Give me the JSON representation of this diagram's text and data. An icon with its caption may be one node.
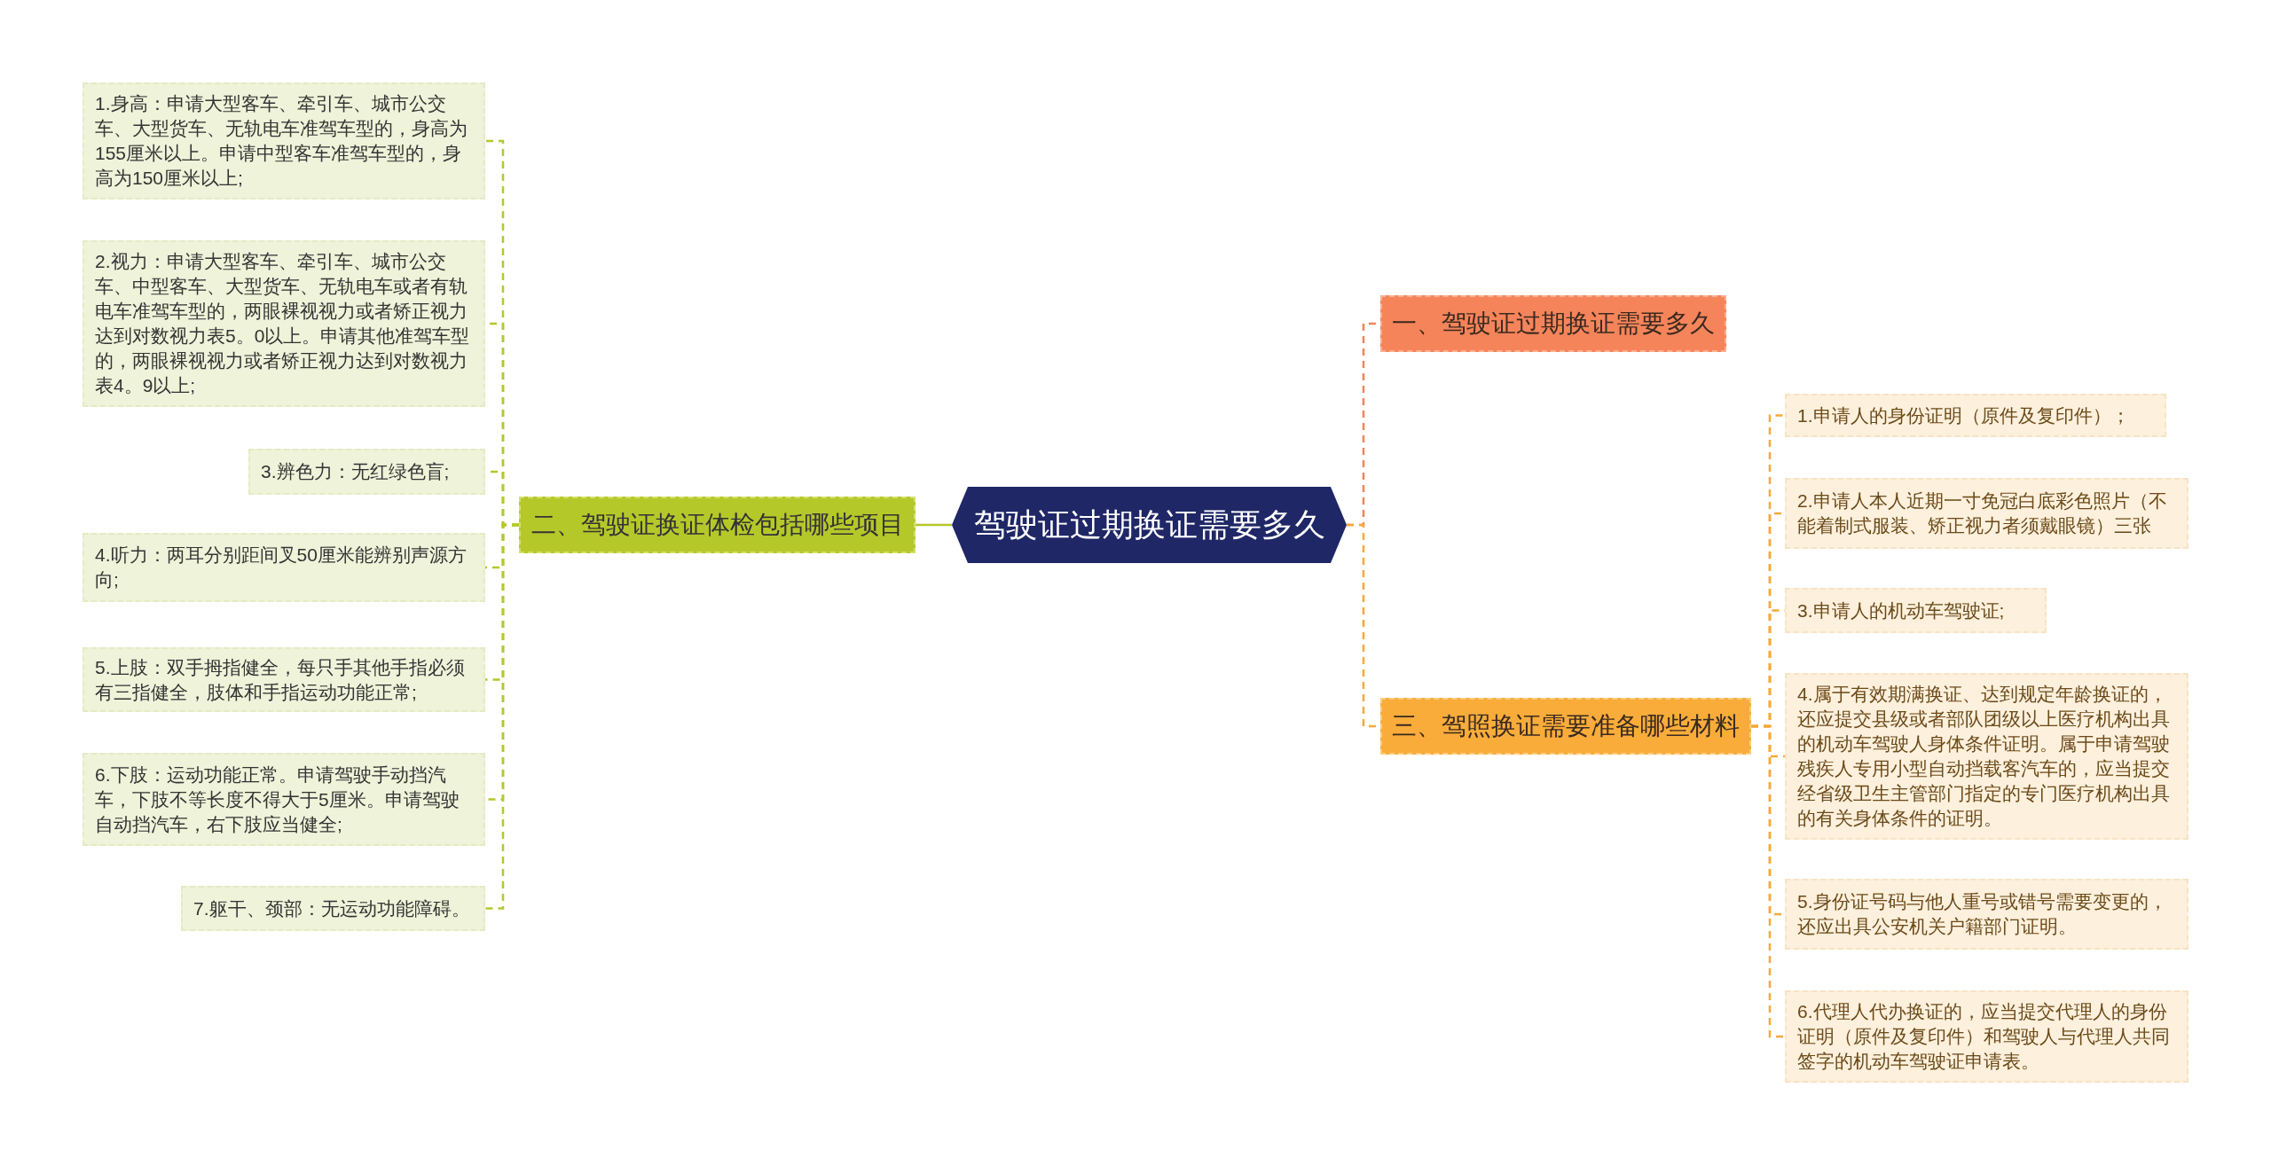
{
  "diagram": {
    "nodes": [
      {
        "text": [
          "驾驶证过期换证需要多久"
        ]
      },
      {
        "text": [
          "二、驾驶证换证体检包括哪些项目"
        ]
      },
      {
        "text": [
          "1.身高：申请大型客车、牵引车、城市公交车、大型货车、无轨电车准驾车型的，身高为155厘米以上。申请中型客车准驾车型的，身高为150厘米以上;"
        ]
      },
      {
        "text": [
          "2.视力：申请大型客车、牵引车、城市公交车、中型客车、大型货车、无轨电车或者有轨电车准驾车型的，两眼裸视视力或者矫正视力达到对数视力表5。0以上。申请其他准驾车型的，两眼裸视视力或者矫正视力达到对数视力表4。9以上;"
        ]
      },
      {
        "text": [
          "3.辨色力：无红绿色盲;"
        ]
      },
      {
        "text": [
          "4.听力：两耳分别距间叉50厘米能辨别声源方向;"
        ]
      },
      {
        "text": [
          "5.上肢：双手拇指健全，每只手其他手指必须有三指健全，肢体和手指运动功能正常;"
        ]
      },
      {
        "text": [
          "6.下肢：运动功能正常。申请驾驶手动挡汽车，下肢不等长度不得大于5厘米。申请驾驶自动挡汽车，右下肢应当健全;"
        ]
      },
      {
        "text": [
          "7.躯干、颈部：无运动功能障碍。"
        ]
      },
      {
        "text": [
          "一、驾驶证过期换证需要多久"
        ]
      },
      {
        "text": [
          "三、驾照换证需要准备哪些材料"
        ]
      },
      {
        "text": [
          "1.申请人的身份证明（原件及复印件）；"
        ]
      },
      {
        "text": [
          "2.申请人本人近期一寸免冠白底彩色照片（不能着制式服装、矫正视力者须戴眼镜）三张"
        ]
      },
      {
        "text": [
          "3.申请人的机动车驾驶证;"
        ]
      },
      {
        "text": [
          "4.属于有效期满换证、达到规定年龄换证的，还应提交县级或者部队团级以上医疗机构出具的机动车驾驶人身体条件证明。属于申请驾驶残疾人专用小型自动挡载客汽车的，应当提交经省级卫生主管部门指定的专门医疗机构出具的有关身体条件的证明。"
        ]
      },
      {
        "text": [
          "5.身份证号码与他人重号或错号需要变更的，还应出具公安机关户籍部门证明。"
        ]
      },
      {
        "text": [
          "6.代理人代办换证的，应当提交代理人的身份证明（原件及复印件）和驾驶人与代理人共同签字的机动车驾驶证申请表。"
        ]
      }
    ],
    "edges": [
      {
        "from": 0,
        "to": 1,
        "arrow": "none",
        "color": "#b5c82a"
      },
      {
        "from": 1,
        "to": 2,
        "arrow": "none",
        "style": "dashed",
        "color": "#b5c82a"
      },
      {
        "from": 1,
        "to": 3,
        "arrow": "none",
        "style": "dashed",
        "color": "#b5c82a"
      },
      {
        "from": 1,
        "to": 4,
        "arrow": "none",
        "style": "dashed",
        "color": "#b5c82a"
      },
      {
        "from": 1,
        "to": 5,
        "arrow": "none",
        "style": "dashed",
        "color": "#b5c82a"
      },
      {
        "from": 1,
        "to": 6,
        "arrow": "none",
        "style": "dashed",
        "color": "#b5c82a"
      },
      {
        "from": 1,
        "to": 7,
        "arrow": "none",
        "style": "dashed",
        "color": "#b5c82a"
      },
      {
        "from": 1,
        "to": 8,
        "arrow": "none",
        "style": "dashed",
        "color": "#b5c82a"
      },
      {
        "from": 0,
        "to": 9,
        "arrow": "none",
        "style": "dashed",
        "color": "#f0845a"
      },
      {
        "from": 0,
        "to": 10,
        "arrow": "none",
        "style": "dashed",
        "color": "#f7a83a"
      },
      {
        "from": 10,
        "to": 11,
        "arrow": "none",
        "style": "dashed",
        "color": "#f7a83a"
      },
      {
        "from": 10,
        "to": 12,
        "arrow": "none",
        "style": "dashed",
        "color": "#f7a83a"
      },
      {
        "from": 10,
        "to": 13,
        "arrow": "none",
        "style": "dashed",
        "color": "#f7a83a"
      },
      {
        "from": 10,
        "to": 14,
        "arrow": "none",
        "style": "dashed",
        "color": "#f7a83a"
      },
      {
        "from": 10,
        "to": 15,
        "arrow": "none",
        "style": "dashed",
        "color": "#f7a83a"
      },
      {
        "from": 10,
        "to": 16,
        "arrow": "none",
        "style": "dashed",
        "color": "#f7a83a"
      }
    ]
  }
}
